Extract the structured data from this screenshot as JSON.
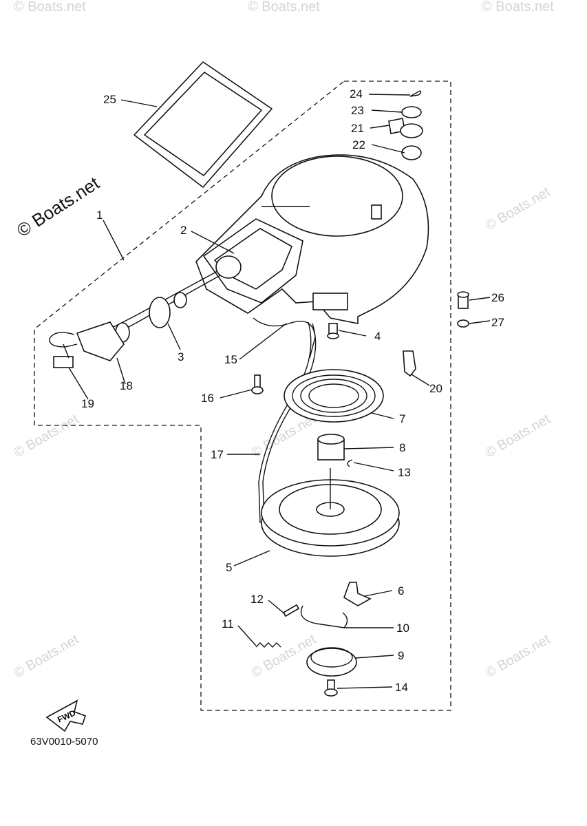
{
  "diagram": {
    "watermark_text": "© Boats.net",
    "corner_watermark": "© Boats.net",
    "part_code": "63V0010-5070",
    "fwd_label": "FWD",
    "callouts": [
      {
        "id": "c1",
        "label": "1"
      },
      {
        "id": "c2",
        "label": "2"
      },
      {
        "id": "c3",
        "label": "3"
      },
      {
        "id": "c4",
        "label": "4"
      },
      {
        "id": "c5",
        "label": "5"
      },
      {
        "id": "c6",
        "label": "6"
      },
      {
        "id": "c7",
        "label": "7"
      },
      {
        "id": "c8",
        "label": "8"
      },
      {
        "id": "c9",
        "label": "9"
      },
      {
        "id": "c10",
        "label": "10"
      },
      {
        "id": "c11",
        "label": "11"
      },
      {
        "id": "c12",
        "label": "12"
      },
      {
        "id": "c13",
        "label": "13"
      },
      {
        "id": "c14",
        "label": "14"
      },
      {
        "id": "c15",
        "label": "15"
      },
      {
        "id": "c16",
        "label": "16"
      },
      {
        "id": "c17",
        "label": "17"
      },
      {
        "id": "c18",
        "label": "18"
      },
      {
        "id": "c19",
        "label": "19"
      },
      {
        "id": "c20",
        "label": "20"
      },
      {
        "id": "c21",
        "label": "21"
      },
      {
        "id": "c22",
        "label": "22"
      },
      {
        "id": "c23",
        "label": "23"
      },
      {
        "id": "c24",
        "label": "24"
      },
      {
        "id": "c25",
        "label": "25"
      },
      {
        "id": "c26",
        "label": "26"
      },
      {
        "id": "c27",
        "label": "27"
      }
    ]
  }
}
